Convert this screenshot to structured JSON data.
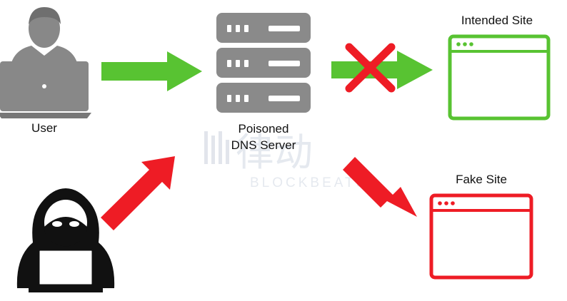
{
  "labels": {
    "user": "User",
    "server_line1": "Poisoned",
    "server_line2": "DNS Server",
    "intended_site": "Intended Site",
    "fake_site": "Fake Site"
  },
  "watermark": {
    "mark_text": "律动",
    "brand_text": "BLOCKBEATS"
  },
  "colors": {
    "green": "#58c332",
    "red": "#ee1c25",
    "gray": "#888888",
    "dark": "#111111",
    "watermark": "#dfe3ea"
  },
  "icons": {
    "user": "user-laptop-icon",
    "server": "server-stack-icon",
    "hacker": "hooded-hacker-icon",
    "intended_site": "browser-window-icon",
    "fake_site": "browser-window-icon",
    "blocked": "red-x-icon"
  }
}
